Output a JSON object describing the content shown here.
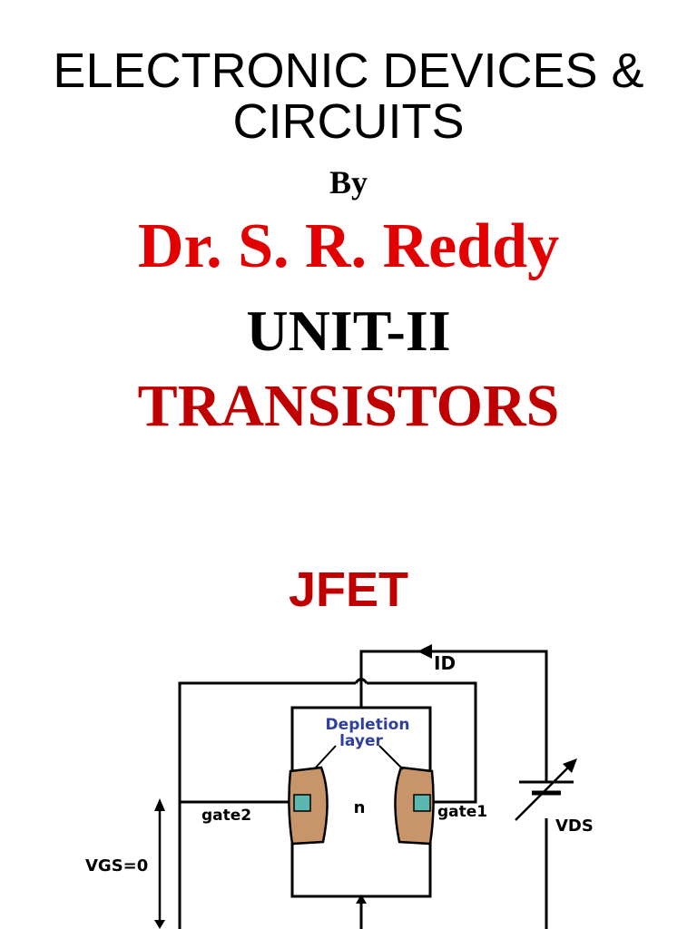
{
  "header": {
    "title_line1": "ELECTRONIC DEVICES &",
    "title_line2": "CIRCUITS",
    "by": "By",
    "author": "Dr. S. R. Reddy",
    "unit": "UNIT-II",
    "topic": "TRANSISTORS"
  },
  "section": {
    "heading": "JFET"
  },
  "diagram": {
    "drain_current_label": "ID",
    "depletion_label_line1": "Depletion",
    "depletion_label_line2": "layer",
    "channel_label": "n",
    "gate_left_label": "gate2",
    "gate_right_label": "gate1",
    "vds_label": "VDS",
    "vgs_label": "VGS=0",
    "colors": {
      "depletion": "#c8956b",
      "depletion_label": "#2f3f9f",
      "p_region": "#5ab8b0"
    }
  }
}
